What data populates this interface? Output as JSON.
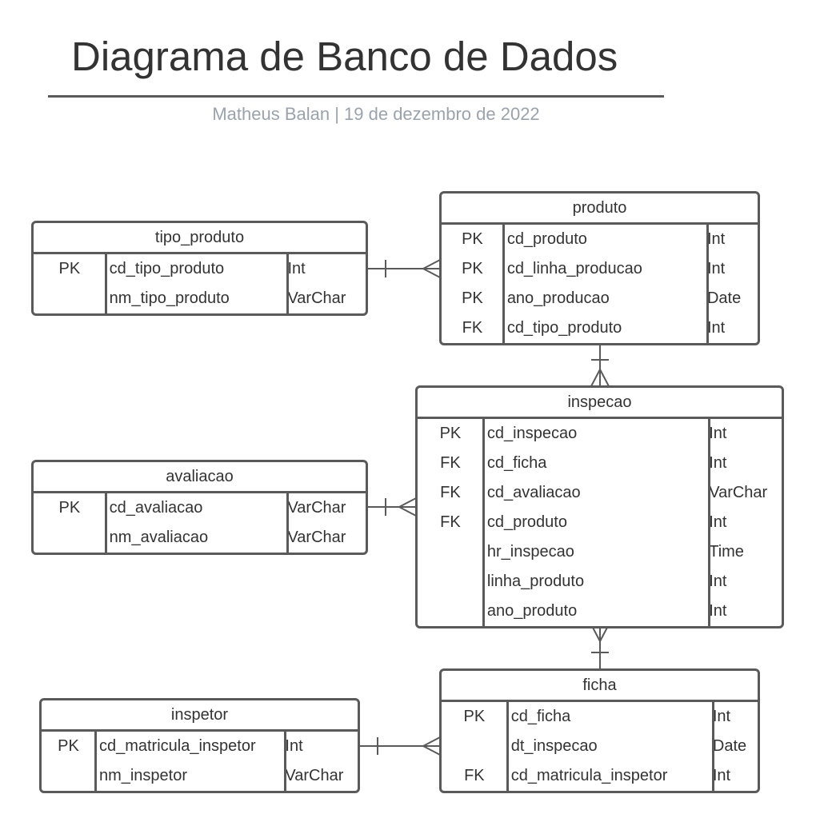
{
  "header": {
    "title": "Diagrama de Banco de Dados",
    "subtitle": "Matheus Balan | 19 de dezembro de 2022"
  },
  "colors": {
    "line": "#5a5a5a",
    "text": "#333333",
    "subtitle": "#9aa3ad",
    "background": "#ffffff"
  },
  "entities": [
    {
      "id": "tipo_produto",
      "name": "tipo_produto",
      "rows": [
        {
          "key": "PK",
          "field": "cd_tipo_produto",
          "type": "Int"
        },
        {
          "key": "",
          "field": "nm_tipo_produto",
          "type": "VarChar"
        }
      ]
    },
    {
      "id": "produto",
      "name": "produto",
      "rows": [
        {
          "key": "PK",
          "field": "cd_produto",
          "type": "Int"
        },
        {
          "key": "PK",
          "field": "cd_linha_producao",
          "type": "Int"
        },
        {
          "key": "PK",
          "field": "ano_producao",
          "type": "Date"
        },
        {
          "key": "FK",
          "field": "cd_tipo_produto",
          "type": "Int"
        }
      ]
    },
    {
      "id": "inspecao",
      "name": "inspecao",
      "rows": [
        {
          "key": "PK",
          "field": "cd_inspecao",
          "type": "Int"
        },
        {
          "key": "FK",
          "field": "cd_ficha",
          "type": "Int"
        },
        {
          "key": "FK",
          "field": "cd_avaliacao",
          "type": "VarChar"
        },
        {
          "key": "FK",
          "field": "cd_produto",
          "type": "Int"
        },
        {
          "key": "",
          "field": "hr_inspecao",
          "type": "Time"
        },
        {
          "key": "",
          "field": "linha_produto",
          "type": "Int"
        },
        {
          "key": "",
          "field": "ano_produto",
          "type": "Int"
        }
      ]
    },
    {
      "id": "avaliacao",
      "name": "avaliacao",
      "rows": [
        {
          "key": "PK",
          "field": "cd_avaliacao",
          "type": "VarChar"
        },
        {
          "key": "",
          "field": "nm_avaliacao",
          "type": "VarChar"
        }
      ]
    },
    {
      "id": "ficha",
      "name": "ficha",
      "rows": [
        {
          "key": "PK",
          "field": "cd_ficha",
          "type": "Int"
        },
        {
          "key": "",
          "field": "dt_inspecao",
          "type": "Date"
        },
        {
          "key": "FK",
          "field": "cd_matricula_inspetor",
          "type": "Int"
        }
      ]
    },
    {
      "id": "inspetor",
      "name": "inspetor",
      "rows": [
        {
          "key": "PK",
          "field": "cd_matricula_inspetor",
          "type": "Int"
        },
        {
          "key": "",
          "field": "nm_inspetor",
          "type": "VarChar"
        }
      ]
    }
  ],
  "relationships": [
    {
      "one": "tipo_produto",
      "many": "produto"
    },
    {
      "one": "produto",
      "many": "inspecao"
    },
    {
      "one": "avaliacao",
      "many": "inspecao"
    },
    {
      "one": "ficha",
      "many": "inspecao"
    },
    {
      "one": "inspetor",
      "many": "ficha"
    }
  ]
}
